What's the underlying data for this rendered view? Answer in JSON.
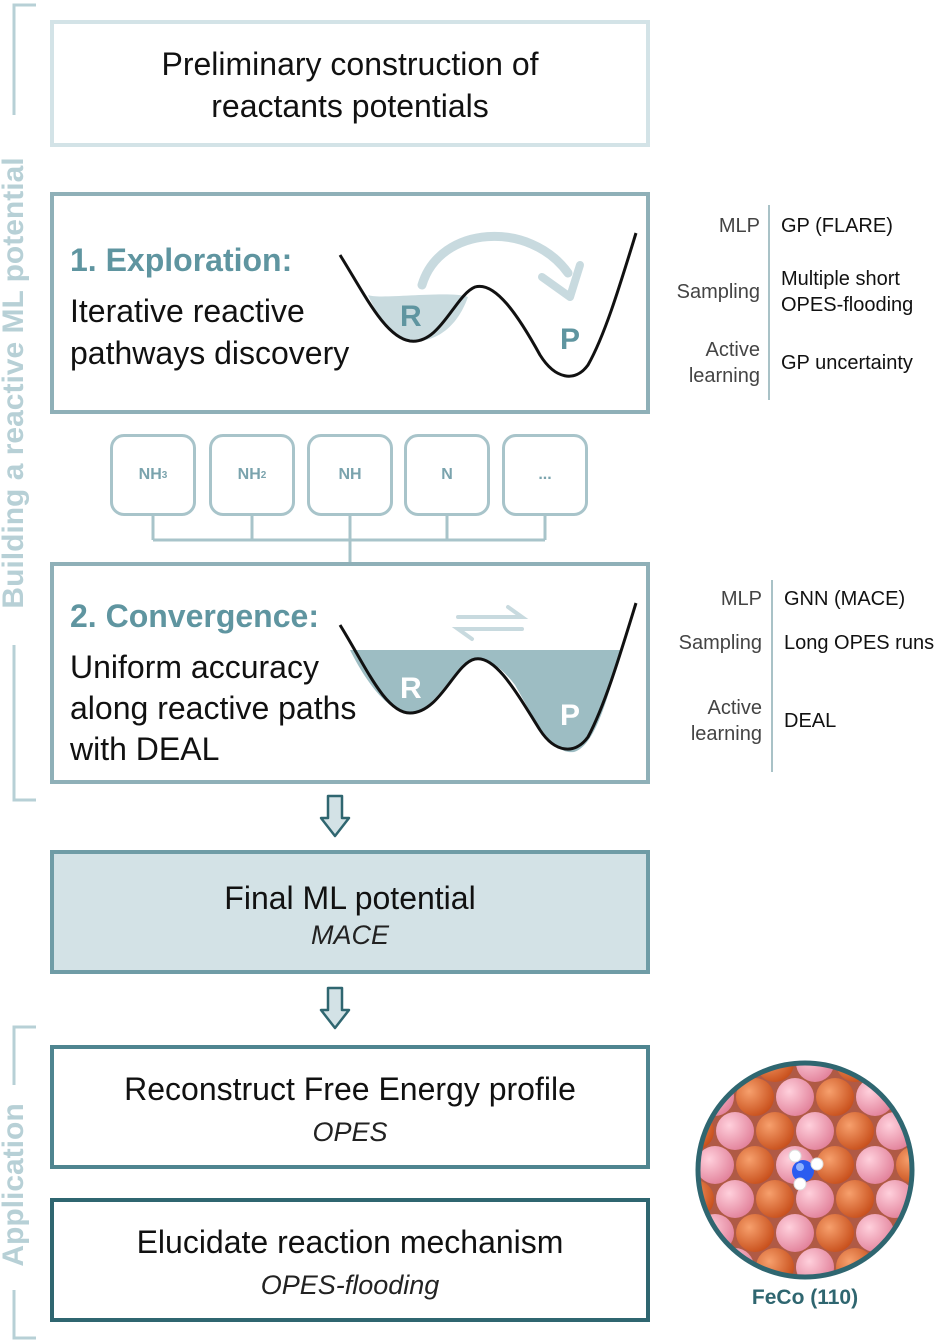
{
  "side_labels": {
    "building": "Building a reactive ML potential",
    "application": "Application"
  },
  "preliminary": {
    "title_line1": "Preliminary construction of",
    "title_line2": "reactants potentials"
  },
  "exploration": {
    "heading": "1. Exploration:",
    "line1": "Iterative reactive",
    "line2": "pathways discovery",
    "well_left": "R",
    "well_right": "P",
    "table": {
      "mlp_label": "MLP",
      "mlp_value": "GP (FLARE)",
      "sampling_label": "Sampling",
      "sampling_value_1": "Multiple short",
      "sampling_value_2": "OPES-flooding",
      "active_label_1": "Active",
      "active_label_2": "learning",
      "active_value": "GP uncertainty"
    }
  },
  "species": [
    {
      "main": "NH",
      "sub": "3"
    },
    {
      "main": "NH",
      "sub": "2"
    },
    {
      "main": "NH",
      "sub": ""
    },
    {
      "main": "N",
      "sub": ""
    },
    {
      "main": "...",
      "sub": ""
    }
  ],
  "convergence": {
    "heading": "2. Convergence:",
    "line1": "Uniform accuracy",
    "line2": "along reactive paths",
    "line3": "with DEAL",
    "well_left": "R",
    "well_right": "P",
    "table": {
      "mlp_label": "MLP",
      "mlp_value": "GNN (MACE)",
      "sampling_label": "Sampling",
      "sampling_value": "Long OPES runs",
      "active_label_1": "Active",
      "active_label_2": "learning",
      "active_value": "DEAL"
    }
  },
  "final": {
    "title": "Final ML potential",
    "subtitle": "MACE"
  },
  "reconstruct": {
    "title": "Reconstruct Free Energy profile",
    "subtitle": "OPES"
  },
  "elucidate": {
    "title": "Elucidate reaction mechanism",
    "subtitle": "OPES-flooding"
  },
  "surface": {
    "caption": "FeCo (110)"
  },
  "colors": {
    "accent": "#5f95a0",
    "box_border_light": "#8fb0b8",
    "box_border_dark": "#2f6670",
    "final_fill": "#d3e2e6",
    "well_fill": "#9dbdc3",
    "fe": "#e0652a",
    "co": "#ef9ab0",
    "nitrogen": "#2255dd"
  }
}
